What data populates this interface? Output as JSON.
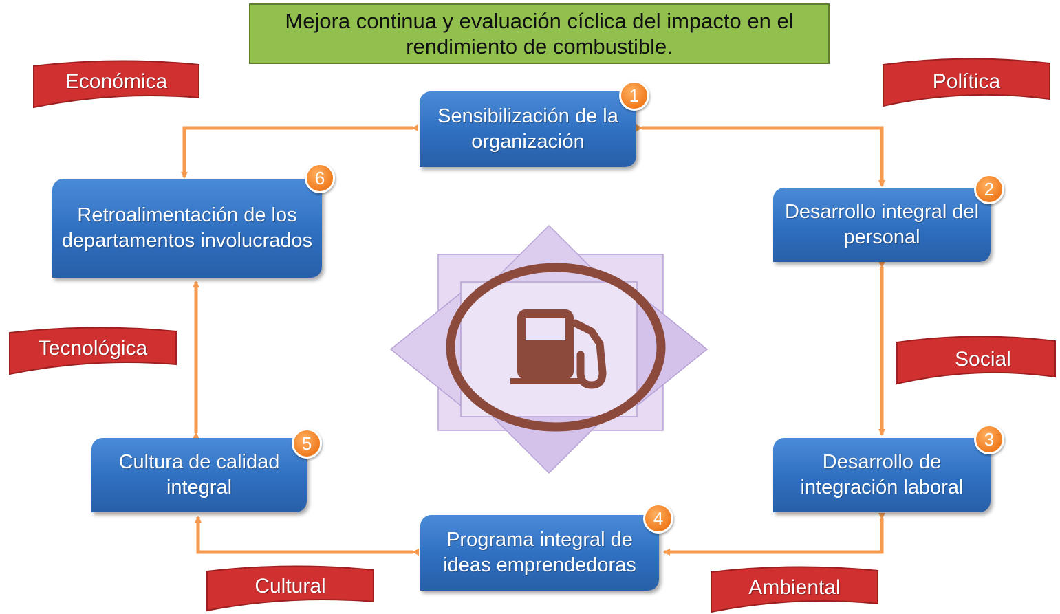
{
  "title": "Mejora continua y evaluación cíclica del impacto en el rendimiento de combustible.",
  "steps": [
    {
      "number": "1",
      "label": "Sensibilización de la organización"
    },
    {
      "number": "2",
      "label": "Desarrollo integral del personal"
    },
    {
      "number": "3",
      "label": "Desarrollo de integración laboral"
    },
    {
      "number": "4",
      "label": "Programa integral de ideas emprendedoras"
    },
    {
      "number": "5",
      "label": "Cultura de calidad integral"
    },
    {
      "number": "6",
      "label": "Retroalimentación de los departamentos involucrados"
    }
  ],
  "dimensions": [
    "Económica",
    "Política",
    "Tecnológica",
    "Social",
    "Cultural",
    "Ambiental"
  ],
  "center_icon": "fuel-pump-icon",
  "colors": {
    "title_bg": "#92c04e",
    "step_bg": "#2f6fc0",
    "badge": "#f07b1e",
    "arrow": "#f59a4e",
    "banner": "#d03030",
    "icon": "#8b4a3c",
    "star": "#d8c8ec"
  }
}
